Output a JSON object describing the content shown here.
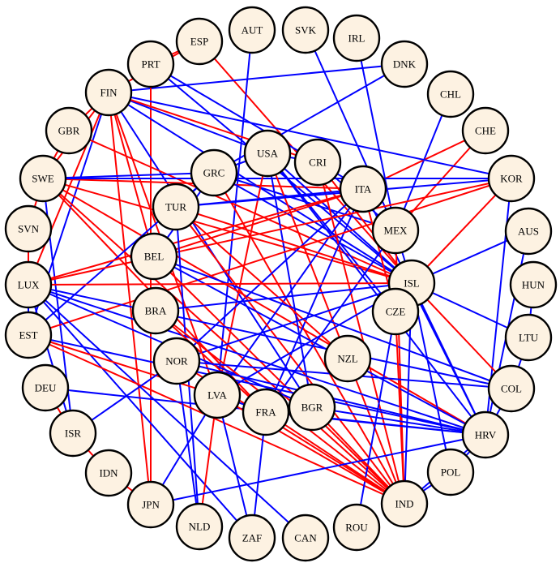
{
  "diagram": {
    "type": "network-graph",
    "colors": {
      "edge_a": "#0000ff",
      "edge_b": "#ff0000",
      "node_fill": "#fdf2e2",
      "node_stroke": "#000000"
    },
    "nodes": [
      {
        "id": "AUT",
        "label": "AUT"
      },
      {
        "id": "SVK",
        "label": "SVK"
      },
      {
        "id": "IRL",
        "label": "IRL"
      },
      {
        "id": "ESP",
        "label": "ESP"
      },
      {
        "id": "DNK",
        "label": "DNK"
      },
      {
        "id": "PRT",
        "label": "PRT"
      },
      {
        "id": "CHL",
        "label": "CHL"
      },
      {
        "id": "FIN",
        "label": "FIN"
      },
      {
        "id": "CHE",
        "label": "CHE"
      },
      {
        "id": "GBR",
        "label": "GBR"
      },
      {
        "id": "USA",
        "label": "USA"
      },
      {
        "id": "CRI",
        "label": "CRI"
      },
      {
        "id": "KOR",
        "label": "KOR"
      },
      {
        "id": "SWE",
        "label": "SWE"
      },
      {
        "id": "GRC",
        "label": "GRC"
      },
      {
        "id": "ITA",
        "label": "ITA"
      },
      {
        "id": "TUR",
        "label": "TUR"
      },
      {
        "id": "SVN",
        "label": "SVN"
      },
      {
        "id": "MEX",
        "label": "MEX"
      },
      {
        "id": "AUS",
        "label": "AUS"
      },
      {
        "id": "BEL",
        "label": "BEL"
      },
      {
        "id": "LUX",
        "label": "LUX"
      },
      {
        "id": "HUN",
        "label": "HUN"
      },
      {
        "id": "ISL",
        "label": "ISL"
      },
      {
        "id": "BRA",
        "label": "BRA"
      },
      {
        "id": "EST",
        "label": "EST"
      },
      {
        "id": "CZE",
        "label": "CZE"
      },
      {
        "id": "LTU",
        "label": "LTU"
      },
      {
        "id": "NOR",
        "label": "NOR"
      },
      {
        "id": "NZL",
        "label": "NZL"
      },
      {
        "id": "DEU",
        "label": "DEU"
      },
      {
        "id": "COL",
        "label": "COL"
      },
      {
        "id": "LVA",
        "label": "LVA"
      },
      {
        "id": "FRA",
        "label": "FRA"
      },
      {
        "id": "BGR",
        "label": "BGR"
      },
      {
        "id": "ISR",
        "label": "ISR"
      },
      {
        "id": "HRV",
        "label": "HRV"
      },
      {
        "id": "IDN",
        "label": "IDN"
      },
      {
        "id": "POL",
        "label": "POL"
      },
      {
        "id": "JPN",
        "label": "JPN"
      },
      {
        "id": "IND",
        "label": "IND"
      },
      {
        "id": "NLD",
        "label": "NLD"
      },
      {
        "id": "ZAF",
        "label": "ZAF"
      },
      {
        "id": "CAN",
        "label": "CAN"
      },
      {
        "id": "ROU",
        "label": "ROU"
      }
    ],
    "edges": [
      [
        "ESP",
        "ISL",
        "edge_b"
      ],
      [
        "ESP",
        "FIN",
        "edge_b"
      ],
      [
        "ESP",
        "PRT",
        "edge_b"
      ],
      [
        "AUT",
        "LVA",
        "edge_a"
      ],
      [
        "SVK",
        "MEX",
        "edge_a"
      ],
      [
        "IRL",
        "MEX",
        "edge_a"
      ],
      [
        "DNK",
        "FIN",
        "edge_a"
      ],
      [
        "DNK",
        "GRC",
        "edge_a"
      ],
      [
        "CHL",
        "MEX",
        "edge_a"
      ],
      [
        "CHE",
        "ITA",
        "edge_b"
      ],
      [
        "CHE",
        "MEX",
        "edge_b"
      ],
      [
        "PRT",
        "JPN",
        "edge_b"
      ],
      [
        "PRT",
        "ISL",
        "edge_a"
      ],
      [
        "PRT",
        "ITA",
        "edge_a"
      ],
      [
        "FIN",
        "ISL",
        "edge_a"
      ],
      [
        "FIN",
        "KOR",
        "edge_a"
      ],
      [
        "FIN",
        "USA",
        "edge_a"
      ],
      [
        "FIN",
        "BEL",
        "edge_b"
      ],
      [
        "FIN",
        "JPN",
        "edge_b"
      ],
      [
        "FIN",
        "CRI",
        "edge_b"
      ],
      [
        "FIN",
        "LUX",
        "edge_b"
      ],
      [
        "FIN",
        "SWE",
        "edge_b"
      ],
      [
        "FIN",
        "BGR",
        "edge_a"
      ],
      [
        "FIN",
        "EST",
        "edge_a"
      ],
      [
        "FIN",
        "GBR",
        "edge_b"
      ],
      [
        "FIN",
        "LVA",
        "edge_b"
      ],
      [
        "GBR",
        "ISL",
        "edge_b"
      ],
      [
        "GBR",
        "SWE",
        "edge_b"
      ],
      [
        "SWE",
        "ITA",
        "edge_b"
      ],
      [
        "SWE",
        "IND",
        "edge_b"
      ],
      [
        "SWE",
        "ISL",
        "edge_b"
      ],
      [
        "SWE",
        "GRC",
        "edge_a"
      ],
      [
        "SWE",
        "ISR",
        "edge_a"
      ],
      [
        "SWE",
        "HRV",
        "edge_b"
      ],
      [
        "SWE",
        "FRA",
        "edge_b"
      ],
      [
        "SWE",
        "SVN",
        "edge_b"
      ],
      [
        "SWE",
        "KOR",
        "edge_a"
      ],
      [
        "SVN",
        "LUX",
        "edge_b"
      ],
      [
        "GRC",
        "ISL",
        "edge_a"
      ],
      [
        "GRC",
        "IND",
        "edge_b"
      ],
      [
        "GRC",
        "MEX",
        "edge_a"
      ],
      [
        "GRC",
        "TUR",
        "edge_a"
      ],
      [
        "GRC",
        "BEL",
        "edge_a"
      ],
      [
        "GRC",
        "EST",
        "edge_a"
      ],
      [
        "USA",
        "ISL",
        "edge_a"
      ],
      [
        "USA",
        "IND",
        "edge_b"
      ],
      [
        "USA",
        "LVA",
        "edge_b"
      ],
      [
        "USA",
        "HRV",
        "edge_a"
      ],
      [
        "USA",
        "CZE",
        "edge_a"
      ],
      [
        "USA",
        "BGR",
        "edge_a"
      ],
      [
        "USA",
        "GRC",
        "edge_a"
      ],
      [
        "USA",
        "CRI",
        "edge_a"
      ],
      [
        "CRI",
        "ISL",
        "edge_b"
      ],
      [
        "CRI",
        "IND",
        "edge_b"
      ],
      [
        "CRI",
        "MEX",
        "edge_a"
      ],
      [
        "ITA",
        "LUX",
        "edge_b"
      ],
      [
        "ITA",
        "LVA",
        "edge_a"
      ],
      [
        "ITA",
        "FRA",
        "edge_a"
      ],
      [
        "ITA",
        "CZE",
        "edge_b"
      ],
      [
        "ITA",
        "HRV",
        "edge_a"
      ],
      [
        "ITA",
        "BEL",
        "edge_b"
      ],
      [
        "ITA",
        "NOR",
        "edge_a"
      ],
      [
        "ITA",
        "TUR",
        "edge_a"
      ],
      [
        "KOR",
        "TUR",
        "edge_a"
      ],
      [
        "KOR",
        "LUX",
        "edge_b"
      ],
      [
        "KOR",
        "ISL",
        "edge_b"
      ],
      [
        "KOR",
        "HRV",
        "edge_a"
      ],
      [
        "KOR",
        "EST",
        "edge_b"
      ],
      [
        "TUR",
        "ISL",
        "edge_b"
      ],
      [
        "TUR",
        "NZL",
        "edge_b"
      ],
      [
        "TUR",
        "NLD",
        "edge_a"
      ],
      [
        "TUR",
        "IND",
        "edge_b"
      ],
      [
        "MEX",
        "IND",
        "edge_b"
      ],
      [
        "MEX",
        "ISL",
        "edge_a"
      ],
      [
        "MEX",
        "FRA",
        "edge_a"
      ],
      [
        "AUS",
        "ISL",
        "edge_a"
      ],
      [
        "AUS",
        "HRV",
        "edge_a"
      ],
      [
        "BEL",
        "HRV",
        "edge_a"
      ],
      [
        "BEL",
        "IND",
        "edge_b"
      ],
      [
        "BEL",
        "COL",
        "edge_a"
      ],
      [
        "LUX",
        "ISL",
        "edge_b"
      ],
      [
        "LUX",
        "HRV",
        "edge_a"
      ],
      [
        "LUX",
        "CAN",
        "edge_a"
      ],
      [
        "LUX",
        "COL",
        "edge_a"
      ],
      [
        "LUX",
        "ZAF",
        "edge_a"
      ],
      [
        "LUX",
        "ISR",
        "edge_a"
      ],
      [
        "LUX",
        "BGR",
        "edge_a"
      ],
      [
        "LUX",
        "EST",
        "edge_a"
      ],
      [
        "HUN",
        "LTU",
        "edge_a"
      ],
      [
        "ISL",
        "BRA",
        "edge_a"
      ],
      [
        "ISL",
        "NOR",
        "edge_a"
      ],
      [
        "ISL",
        "HRV",
        "edge_a"
      ],
      [
        "ISL",
        "COL",
        "edge_b"
      ],
      [
        "ISL",
        "IND",
        "edge_a"
      ],
      [
        "ISL",
        "POL",
        "edge_a"
      ],
      [
        "ISL",
        "LTU",
        "edge_a"
      ],
      [
        "BRA",
        "FRA",
        "edge_b"
      ],
      [
        "BRA",
        "IND",
        "edge_b"
      ],
      [
        "EST",
        "HRV",
        "edge_a"
      ],
      [
        "EST",
        "LVA",
        "edge_b"
      ],
      [
        "EST",
        "IND",
        "edge_b"
      ],
      [
        "CZE",
        "ROU",
        "edge_a"
      ],
      [
        "CZE",
        "IND",
        "edge_b"
      ],
      [
        "LTU",
        "COL",
        "edge_a"
      ],
      [
        "NOR",
        "ISR",
        "edge_a"
      ],
      [
        "NOR",
        "HRV",
        "edge_a"
      ],
      [
        "NOR",
        "NLD",
        "edge_a"
      ],
      [
        "NOR",
        "IND",
        "edge_b"
      ],
      [
        "NOR",
        "COL",
        "edge_a"
      ],
      [
        "DEU",
        "HRV",
        "edge_a"
      ],
      [
        "DEU",
        "ISR",
        "edge_b"
      ],
      [
        "COL",
        "HRV",
        "edge_a"
      ],
      [
        "LVA",
        "FRA",
        "edge_a"
      ],
      [
        "LVA",
        "ISL",
        "edge_a"
      ],
      [
        "LVA",
        "JPN",
        "edge_a"
      ],
      [
        "LVA",
        "NLD",
        "edge_b"
      ],
      [
        "LVA",
        "ZAF",
        "edge_a"
      ],
      [
        "LVA",
        "IND",
        "edge_b"
      ],
      [
        "FRA",
        "ZAF",
        "edge_a"
      ],
      [
        "FRA",
        "IND",
        "edge_b"
      ],
      [
        "FRA",
        "HRV",
        "edge_a"
      ],
      [
        "BGR",
        "HRV",
        "edge_a"
      ],
      [
        "BGR",
        "IND",
        "edge_b"
      ],
      [
        "ISR",
        "IDN",
        "edge_b"
      ],
      [
        "HRV",
        "JPN",
        "edge_a"
      ],
      [
        "HRV",
        "IND",
        "edge_a"
      ],
      [
        "HRV",
        "POL",
        "edge_a"
      ],
      [
        "IDN",
        "JPN",
        "edge_b"
      ],
      [
        "POL",
        "IND",
        "edge_a"
      ]
    ]
  }
}
